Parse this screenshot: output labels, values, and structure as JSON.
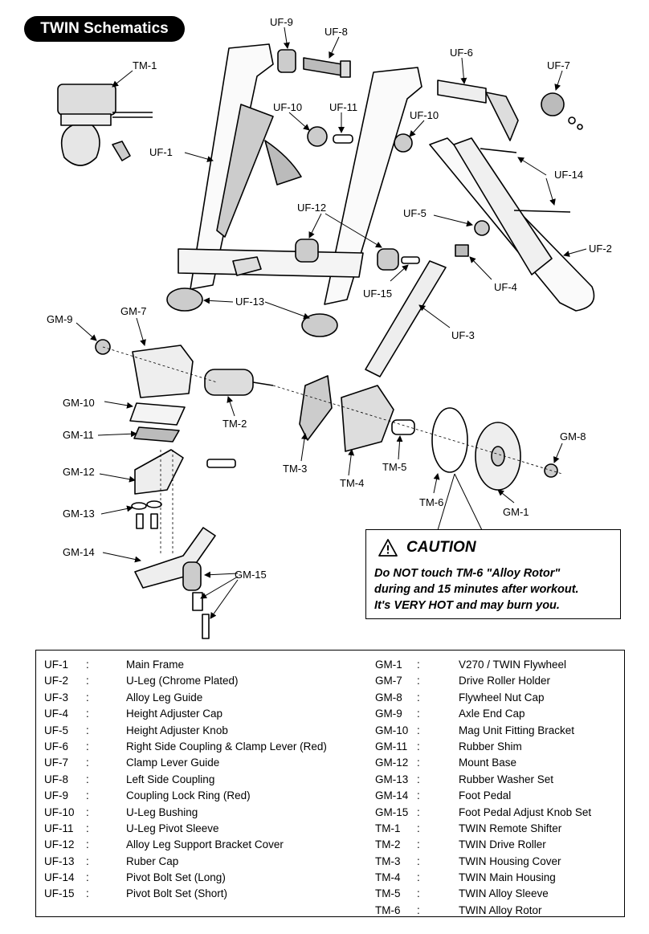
{
  "title": "TWIN Schematics",
  "callouts": [
    {
      "id": "tm1",
      "label": "TM-1"
    },
    {
      "id": "uf9",
      "label": "UF-9"
    },
    {
      "id": "uf8",
      "label": "UF-8"
    },
    {
      "id": "uf6",
      "label": "UF-6"
    },
    {
      "id": "uf7",
      "label": "UF-7"
    },
    {
      "id": "uf10a",
      "label": "UF-10"
    },
    {
      "id": "uf11",
      "label": "UF-11"
    },
    {
      "id": "uf10b",
      "label": "UF-10"
    },
    {
      "id": "uf1",
      "label": "UF-1"
    },
    {
      "id": "uf14",
      "label": "UF-14"
    },
    {
      "id": "uf12",
      "label": "UF-12"
    },
    {
      "id": "uf5",
      "label": "UF-5"
    },
    {
      "id": "uf2",
      "label": "UF-2"
    },
    {
      "id": "uf4",
      "label": "UF-4"
    },
    {
      "id": "uf15",
      "label": "UF-15"
    },
    {
      "id": "uf13",
      "label": "UF-13"
    },
    {
      "id": "uf3",
      "label": "UF-3"
    },
    {
      "id": "gm9",
      "label": "GM-9"
    },
    {
      "id": "gm7",
      "label": "GM-7"
    },
    {
      "id": "gm10",
      "label": "GM-10"
    },
    {
      "id": "tm2",
      "label": "TM-2"
    },
    {
      "id": "gm11",
      "label": "GM-11"
    },
    {
      "id": "gm12",
      "label": "GM-12"
    },
    {
      "id": "tm3",
      "label": "TM-3"
    },
    {
      "id": "tm4",
      "label": "TM-4"
    },
    {
      "id": "tm5",
      "label": "TM-5"
    },
    {
      "id": "gm8",
      "label": "GM-8"
    },
    {
      "id": "tm6",
      "label": "TM-6"
    },
    {
      "id": "gm1",
      "label": "GM-1"
    },
    {
      "id": "gm13",
      "label": "GM-13"
    },
    {
      "id": "gm14",
      "label": "GM-14"
    },
    {
      "id": "gm15",
      "label": "GM-15"
    }
  ],
  "caution": {
    "title": "CAUTION",
    "lines": [
      "Do NOT touch TM-6 \"Alloy Rotor\"",
      "during and 15 minutes after workout.",
      "It's VERY HOT and may burn you."
    ]
  },
  "legend": {
    "separator": ":",
    "left": [
      {
        "code": "UF-1",
        "desc": "Main Frame"
      },
      {
        "code": "UF-2",
        "desc": "U-Leg (Chrome Plated)"
      },
      {
        "code": "UF-3",
        "desc": "Alloy Leg Guide"
      },
      {
        "code": "UF-4",
        "desc": "Height Adjuster Cap"
      },
      {
        "code": "UF-5",
        "desc": "Height Adjuster Knob"
      },
      {
        "code": "UF-6",
        "desc": "Right Side Coupling & Clamp Lever (Red)"
      },
      {
        "code": "UF-7",
        "desc": "Clamp Lever Guide"
      },
      {
        "code": "UF-8",
        "desc": "Left Side Coupling"
      },
      {
        "code": "UF-9",
        "desc": "Coupling Lock Ring (Red)"
      },
      {
        "code": "UF-10",
        "desc": "U-Leg Bushing"
      },
      {
        "code": "UF-11",
        "desc": "U-Leg Pivot Sleeve"
      },
      {
        "code": "UF-12",
        "desc": "Alloy Leg Support Bracket Cover"
      },
      {
        "code": "UF-13",
        "desc": "Ruber Cap"
      },
      {
        "code": "UF-14",
        "desc": "Pivot Bolt Set (Long)"
      },
      {
        "code": "UF-15",
        "desc": "Pivot Bolt Set (Short)"
      }
    ],
    "right": [
      {
        "code": "GM-1",
        "desc": "V270 / TWIN Flywheel"
      },
      {
        "code": "GM-7",
        "desc": "Drive Roller Holder"
      },
      {
        "code": "GM-8",
        "desc": "Flywheel Nut Cap"
      },
      {
        "code": "GM-9",
        "desc": "Axle End Cap"
      },
      {
        "code": "GM-10",
        "desc": "Mag Unit Fitting Bracket"
      },
      {
        "code": "GM-11",
        "desc": "Rubber Shim"
      },
      {
        "code": "GM-12",
        "desc": "Mount Base"
      },
      {
        "code": "GM-13",
        "desc": "Rubber Washer Set"
      },
      {
        "code": "GM-14",
        "desc": "Foot Pedal"
      },
      {
        "code": "GM-15",
        "desc": "Foot Pedal Adjust Knob Set"
      },
      {
        "code": "TM-1",
        "desc": "TWIN Remote Shifter"
      },
      {
        "code": "TM-2",
        "desc": "TWIN Drive Roller"
      },
      {
        "code": "TM-3",
        "desc": "TWIN Housing Cover"
      },
      {
        "code": "TM-4",
        "desc": "TWIN Main Housing"
      },
      {
        "code": "TM-5",
        "desc": "TWIN Alloy Sleeve"
      },
      {
        "code": "TM-6",
        "desc": "TWIN Alloy Rotor"
      }
    ]
  }
}
